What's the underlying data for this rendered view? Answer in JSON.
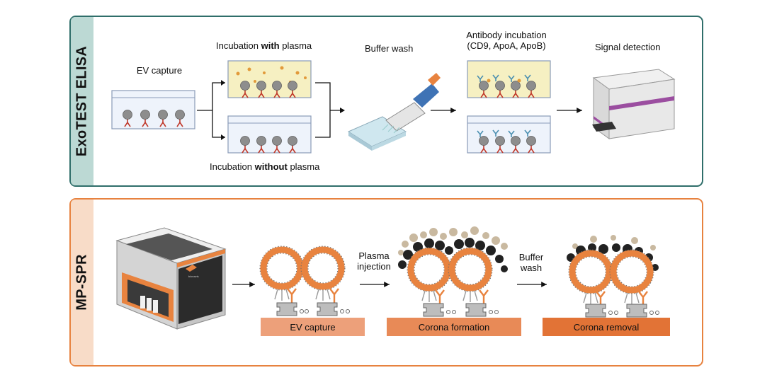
{
  "elisa": {
    "title": "ExoTEST ELISA",
    "steps": {
      "ev_capture": "EV capture",
      "incubation_with_prefix": "Incubation ",
      "incubation_with_bold": "with",
      "incubation_with_suffix": " plasma",
      "incubation_without_prefix": "Incubation ",
      "incubation_without_bold": "without",
      "incubation_without_suffix": " plasma",
      "buffer_wash": "Buffer wash",
      "antibody_line1": "Antibody incubation",
      "antibody_line2": "(CD9, ApoA, ApoB)",
      "signal_detection": "Signal detection"
    }
  },
  "mpspr": {
    "title": "MP-SPR",
    "plasma_line1": "Plasma",
    "plasma_line2": "injection",
    "buffer_line1": "Buffer",
    "buffer_line2": "wash",
    "stages": [
      "EV capture",
      "Corona formation",
      "Corona removal"
    ],
    "instrument_brand": "bionavis"
  },
  "colors": {
    "elisa_border": "#2f6e6a",
    "elisa_sidebar": "#bcd9d4",
    "spr_border": "#e7823f",
    "spr_sidebar": "#f8dcc8",
    "stage_bar_1": "#eda07a",
    "stage_bar_2": "#e88a57",
    "stage_bar_3": "#e27336",
    "antibody": "#c0392b",
    "plasma": "#f4eebd"
  }
}
